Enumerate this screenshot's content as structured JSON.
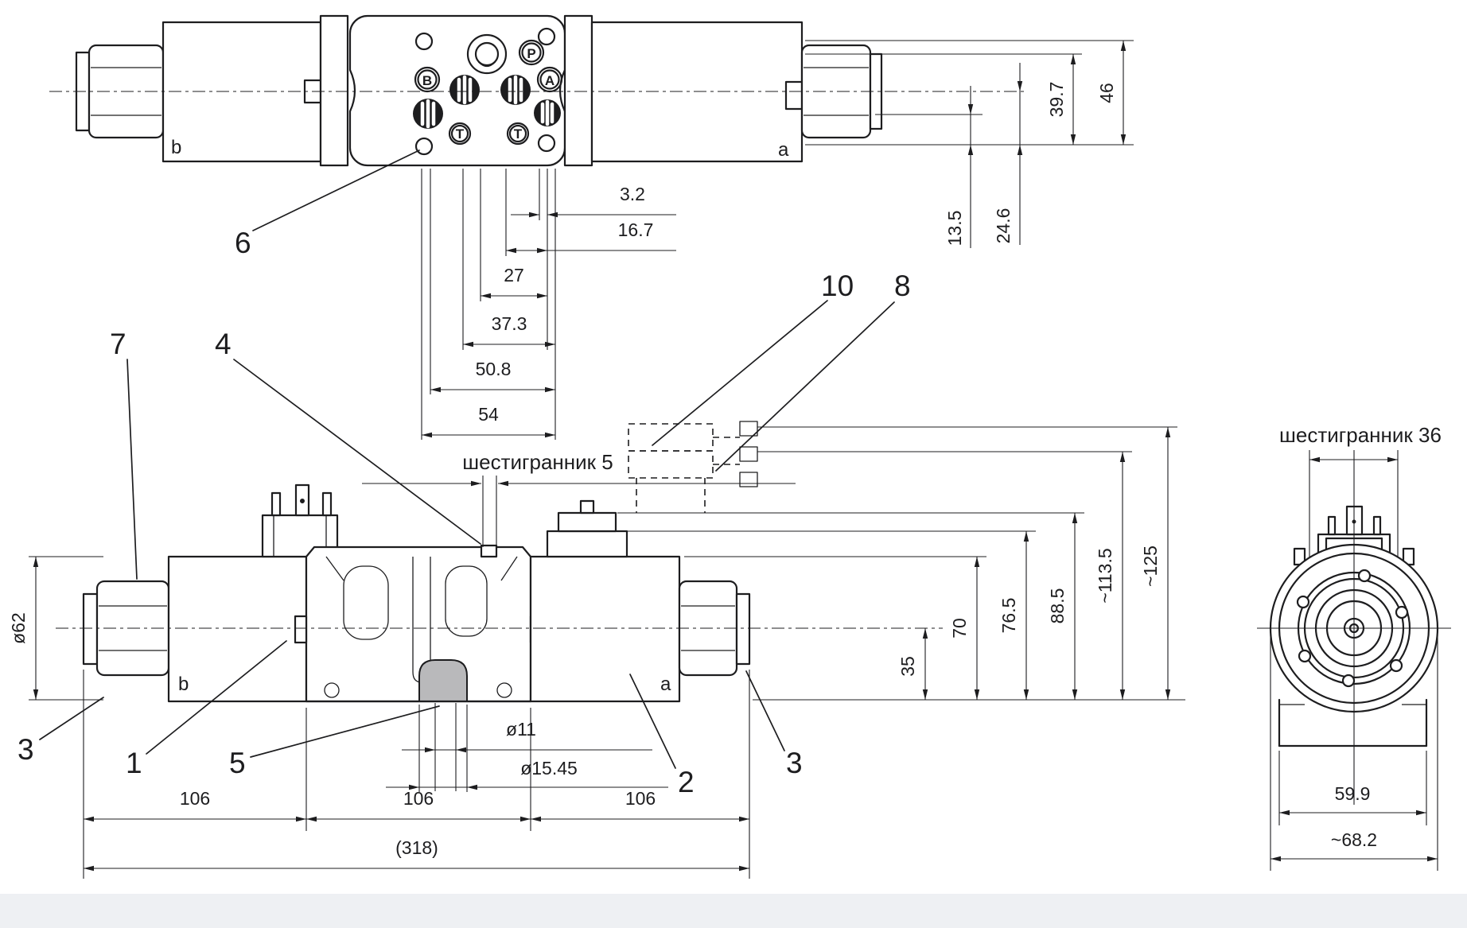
{
  "colors": {
    "ink": "#1d1d1f",
    "background": "#ffffff",
    "shade": "#b9b9bb",
    "footer": "#eef0f3"
  },
  "top_view": {
    "coil_label_left": "b",
    "coil_label_right": "a",
    "ports": {
      "pressure": "P",
      "work_a": "A",
      "work_b": "B",
      "tank_left": "T",
      "tank_right": "T"
    },
    "callouts": {
      "c6": "6"
    },
    "chain_dims": {
      "d_3_2": "3.2",
      "d_16_7": "16.7",
      "d_27": "27",
      "d_37_3": "37.3",
      "d_50_8": "50.8",
      "d_54": "54"
    },
    "height_dims": {
      "d_13_5": "13.5",
      "d_24_6": "24.6",
      "d_39_7": "39.7",
      "d_46": "46"
    }
  },
  "front_view": {
    "coil_label_left": "b",
    "coil_label_right": "a",
    "coil_diameter": "ø62",
    "hex_note": "шестигранник 5",
    "callouts": {
      "c7": "7",
      "c4": "4",
      "c10": "10",
      "c8": "8",
      "c3_left": "3",
      "c1": "1",
      "c5": "5",
      "c2": "2",
      "c3_right": "3"
    },
    "height_dims": {
      "d_35": "35",
      "d_70": "70",
      "d_76_5": "76.5",
      "d_88_5": "88.5",
      "d_113_5": "~113.5",
      "d_125": "~125"
    },
    "hole_dims": {
      "d_11": "ø11",
      "d_15_45": "ø15.45"
    },
    "length_dims": {
      "seg_left": "106",
      "seg_mid": "106",
      "seg_right": "106",
      "total": "(318)"
    }
  },
  "side_view": {
    "hex_note": "шестигранник 36",
    "width_dims": {
      "d_59_9": "59.9",
      "d_68_2": "~68.2"
    }
  }
}
